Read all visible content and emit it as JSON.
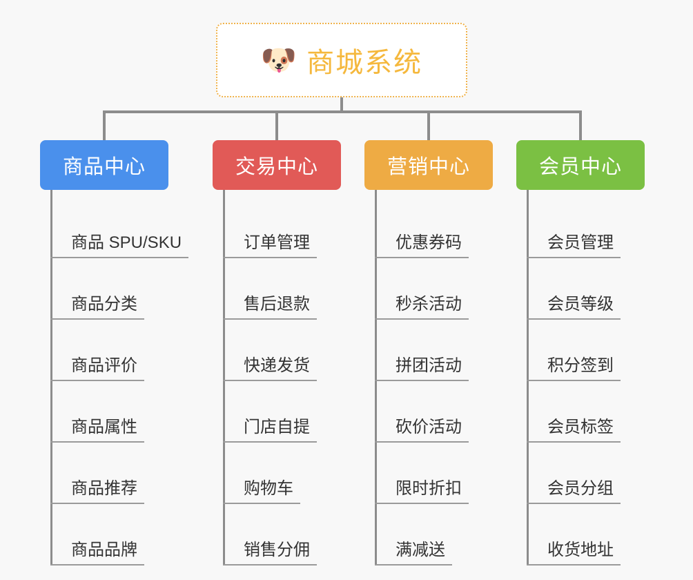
{
  "root": {
    "icon": "shiba-dog-face-icon",
    "emoji": "🐶",
    "title": "商城系统",
    "border_color": "#f0b24a",
    "text_color": "#f5b83d",
    "background": "#ffffff"
  },
  "canvas": {
    "background": "#f8f8f8",
    "line_color": "#8c8c8c"
  },
  "columns": [
    {
      "header": "商品中心",
      "color": "#4a90ec",
      "items": [
        "商品 SPU/SKU",
        "商品分类",
        "商品评价",
        "商品属性",
        "商品推荐",
        "商品品牌"
      ]
    },
    {
      "header": "交易中心",
      "color": "#e15a57",
      "items": [
        "订单管理",
        "售后退款",
        "快递发货",
        "门店自提",
        "购物车",
        "销售分佣"
      ]
    },
    {
      "header": "营销中心",
      "color": "#eeab44",
      "items": [
        "优惠券码",
        "秒杀活动",
        "拼团活动",
        "砍价活动",
        "限时折扣",
        "满减送"
      ]
    },
    {
      "header": "会员中心",
      "color": "#7bc043",
      "items": [
        "会员管理",
        "会员等级",
        "积分签到",
        "会员标签",
        "会员分组",
        "收货地址"
      ]
    }
  ]
}
